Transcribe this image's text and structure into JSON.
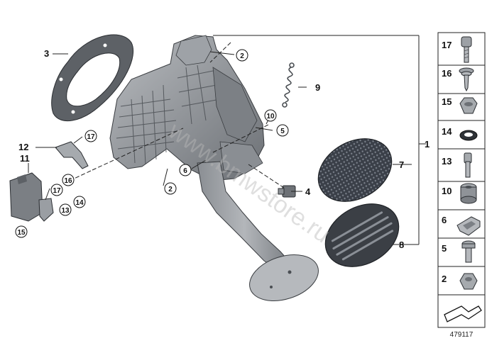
{
  "diagram_id": "479117",
  "watermark": "www.bmwstore.ru",
  "callouts": {
    "c1": "1",
    "c2a": "2",
    "c2b": "2",
    "c3": "3",
    "c4": "4",
    "c5": "5",
    "c6": "6",
    "c7": "7",
    "c8": "8",
    "c9": "9",
    "c10": "10",
    "c11": "11",
    "c12": "12",
    "c13": "13",
    "c14": "14",
    "c15": "15",
    "c16": "16",
    "c17a": "17",
    "c17b": "17"
  },
  "side_parts": [
    "17",
    "16",
    "15",
    "14",
    "13",
    "10",
    "6",
    "5",
    "2"
  ]
}
